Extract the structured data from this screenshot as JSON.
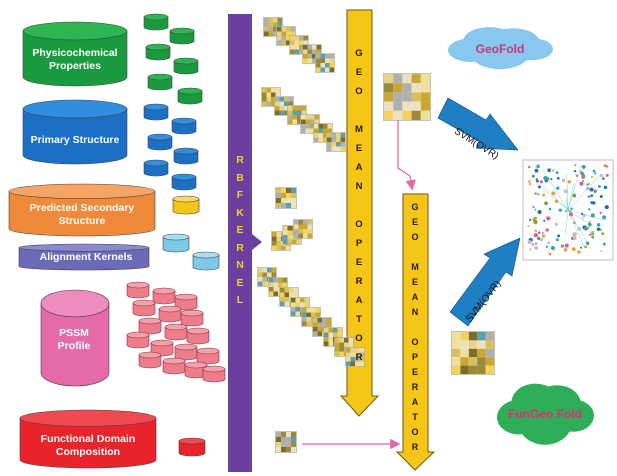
{
  "sources": [
    {
      "label": "Physicochemical Properties",
      "color": "#1a9a3e",
      "top_color": "#2db552"
    },
    {
      "label": "Primary Structure",
      "color": "#1b6fc4",
      "top_color": "#2f8ee0"
    },
    {
      "label": "Predicted Secondary Structure",
      "color": "#f08a3a",
      "top_color": "#f7a565"
    },
    {
      "label": "Alignment Kernels",
      "color": "#6a6ab8",
      "top_color": "#8a8ad0"
    },
    {
      "label": "PSSM Profile",
      "color": "#e46aa8",
      "top_color": "#ee8cc0"
    },
    {
      "label": "Functional Domain Composition",
      "color": "#e8232b",
      "top_color": "#f04a50"
    }
  ],
  "kernel_bar": {
    "letters": [
      "R",
      "B",
      "F",
      "K",
      "E",
      "R",
      "N",
      "E",
      "L"
    ],
    "color": "#6b3fa0",
    "text_color": "#f0d020"
  },
  "geo_mean_1": {
    "letters": [
      "G",
      "E",
      "O",
      "",
      "M",
      "E",
      "A",
      "N",
      "",
      "O",
      "P",
      "E",
      "R",
      "A",
      "T",
      "O",
      "R"
    ],
    "color": "#f5c518"
  },
  "geo_mean_2": {
    "letters": [
      "G",
      "E",
      "O",
      "",
      "M",
      "E",
      "A",
      "N",
      "",
      "O",
      "P",
      "E",
      "R",
      "A",
      "T",
      "O",
      "R"
    ],
    "color": "#f5c518"
  },
  "clouds": {
    "geofold": "GeoFold",
    "fungeofold": "FunGeo Fold"
  },
  "svm": {
    "top": "SVM(OVR)",
    "bottom": "SVM(OVR)"
  },
  "colors": {
    "arrow_pink": "#e06aa0",
    "svm_arrow": "#1f7fc4",
    "cloud_blue": "#88c8ee",
    "cloud_green": "#2fae58"
  }
}
